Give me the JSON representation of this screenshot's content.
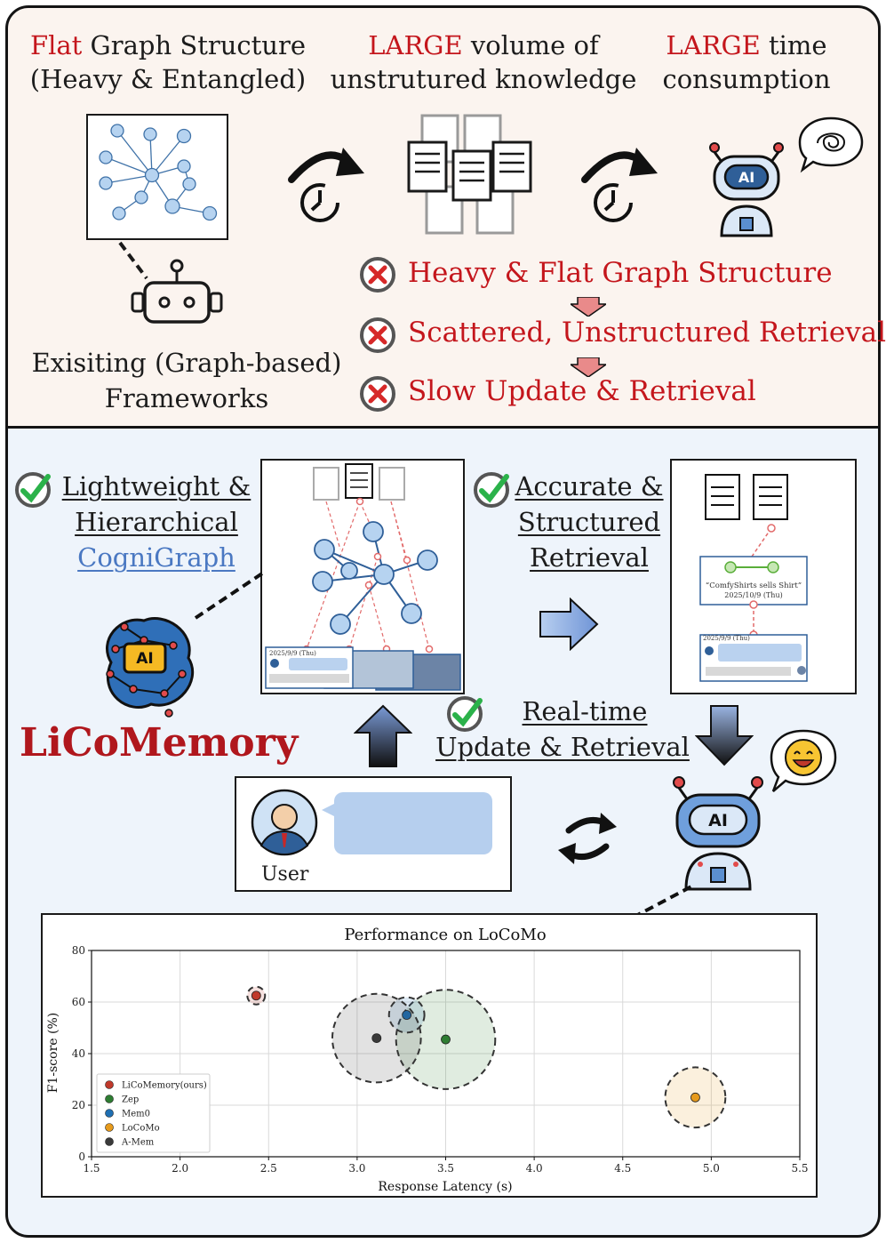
{
  "top": {
    "col1": {
      "hl": "Flat",
      "rest": " Graph Structure",
      "line2": "(Heavy & Entangled)"
    },
    "col2": {
      "hl": "LARGE",
      "rest": " volume of",
      "line2": "unstrutured knowledge"
    },
    "col3": {
      "hl": "LARGE",
      "rest": " time",
      "line2": "consumption"
    },
    "framework_label_1": "Exisiting (Graph-based)",
    "framework_label_2": "Frameworks",
    "issues": [
      "Heavy & Flat Graph Structure",
      "Scattered, Unstructured Retrieval",
      "Slow Update & Retrieval"
    ]
  },
  "bottom": {
    "feature1": {
      "line1": "Lightweight &",
      "line2": "Hierarchical",
      "line3": "CogniGraph"
    },
    "feature2": {
      "line1": "Accurate &",
      "line2": "Structured",
      "line3": "Retrieval"
    },
    "feature3": {
      "line1": "Real-time",
      "line2": "Update & Retrieval"
    },
    "brand": "LiCoMemory",
    "ai_text": "AI",
    "user_label": "User",
    "card_date_1": "2025/9/9 (Thu)",
    "card_date_2": "2025/9/9 (Thu)",
    "retrieval_quote": "“ComfyShirts sells Shirt”",
    "retrieval_date": "2025/10/9 (Thu)",
    "retrieval_card_date": "2025/9/9 (Thu)"
  },
  "chart_data": {
    "type": "scatter",
    "title": "Performance on LoCoMo",
    "xlabel": "Response Latency (s)",
    "ylabel": "F1-score (%)",
    "xlim": [
      1.5,
      5.5
    ],
    "ylim": [
      0,
      80
    ],
    "xticks": [
      "1.5",
      "2.0",
      "2.5",
      "3.0",
      "3.5",
      "4.0",
      "4.5",
      "5.0",
      "5.5"
    ],
    "yticks": [
      "0",
      "20",
      "40",
      "60",
      "80"
    ],
    "grid": true,
    "legend_position": "lower-left",
    "series": [
      {
        "name": "LiCoMemory(ours)",
        "x": 2.43,
        "y": 62.5,
        "color": "#c0392b",
        "spread": 0.05
      },
      {
        "name": "Zep",
        "x": 3.5,
        "y": 45.5,
        "color": "#2e7d32",
        "spread": 0.28
      },
      {
        "name": "Mem0",
        "x": 3.28,
        "y": 55.0,
        "color": "#1f6fb2",
        "spread": 0.1
      },
      {
        "name": "LoCoMo",
        "x": 4.91,
        "y": 23.0,
        "color": "#e69a1c",
        "spread": 0.17
      },
      {
        "name": "A-Mem",
        "x": 3.11,
        "y": 46.0,
        "color": "#3a3a3a",
        "spread": 0.25
      }
    ]
  },
  "colors": {
    "accent_red": "#c4161c",
    "node_blue": "#b6d3f0",
    "edge_blue": "#3f72a8",
    "link_blue": "#4a78c2"
  }
}
